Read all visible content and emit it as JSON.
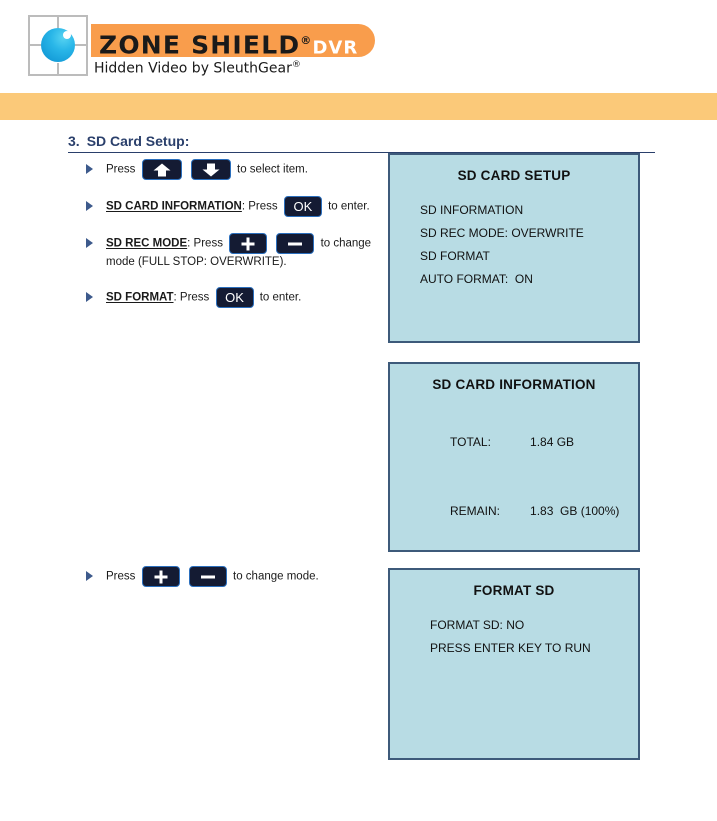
{
  "brand": {
    "wordmark_primary": "ZONE SHIELD",
    "wordmark_reg": "®",
    "wordmark_dvr": "DVR",
    "tagline": "Hidden Video by SleuthGear",
    "tagline_reg": "®",
    "accent_orange": "#f99d4c",
    "banner_orange": "#fbc979",
    "logo_sphere_color": "#29b6e8"
  },
  "section": {
    "number": "3.",
    "title": "SD Card Setup:",
    "heading_color": "#2a3f6b"
  },
  "instructions": [
    {
      "id": "select-item",
      "lead": "Press",
      "keys": [
        "arrow-up",
        "arrow-down"
      ],
      "tail": "to select item."
    },
    {
      "id": "sd-card-information",
      "term": "SD CARD INFORMATION",
      "lead": ": Press",
      "keys": [
        "ok"
      ],
      "key_labels": {
        "ok": "OK"
      },
      "tail": "to enter."
    },
    {
      "id": "sd-rec-mode",
      "term": "SD REC MODE",
      "lead": ": Press",
      "keys": [
        "plus",
        "minus"
      ],
      "tail": "to change",
      "tail2": "mode (FULL STOP: OVERWRITE)."
    },
    {
      "id": "sd-format",
      "term": "SD FORMAT",
      "lead": ": Press",
      "keys": [
        "ok"
      ],
      "key_labels": {
        "ok": "OK"
      },
      "tail": "to enter."
    }
  ],
  "instruction_lower": {
    "id": "change-mode",
    "lead": "Press",
    "keys": [
      "plus",
      "minus"
    ],
    "tail": "to change mode."
  },
  "lcd_panels": [
    {
      "id": "sd-card-setup",
      "title": "SD CARD SETUP",
      "lines": [
        "SD INFORMATION",
        "SD REC MODE: OVERWRITE",
        "SD FORMAT",
        "AUTO FORMAT:  ON"
      ]
    },
    {
      "id": "sd-card-information",
      "title": "SD CARD INFORMATION",
      "rows": [
        {
          "label": "TOTAL:",
          "value": "1.84 GB"
        },
        {
          "label": "REMAIN:",
          "value": "1.83  GB (100%)"
        }
      ]
    },
    {
      "id": "format-sd",
      "title": "FORMAT SD",
      "lines": [
        "FORMAT SD: NO",
        "PRESS ENTER KEY TO RUN"
      ]
    }
  ],
  "theme": {
    "lcd_background": "#b8dce4",
    "lcd_border": "#3d5a7a",
    "key_background": "#141b33",
    "key_border": "#2b6fbd"
  }
}
